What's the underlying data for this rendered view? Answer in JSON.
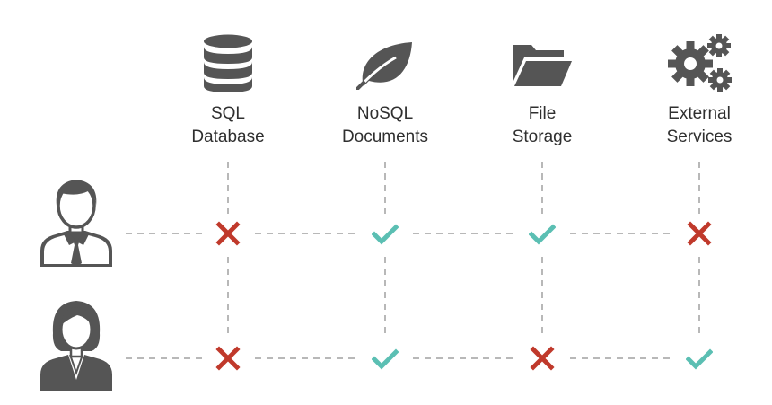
{
  "columns": [
    {
      "id": "sql",
      "icon": "database-icon",
      "line1": "SQL",
      "line2": "Database"
    },
    {
      "id": "nosql",
      "icon": "leaf-icon",
      "line1": "NoSQL",
      "line2": "Documents"
    },
    {
      "id": "file",
      "icon": "folder-icon",
      "line1": "File",
      "line2": "Storage"
    },
    {
      "id": "ext",
      "icon": "gears-icon",
      "line1": "External",
      "line2": "Services"
    }
  ],
  "rows": [
    {
      "user": "male-user-icon",
      "access": [
        "deny",
        "allow",
        "allow",
        "deny"
      ]
    },
    {
      "user": "female-user-icon",
      "access": [
        "deny",
        "allow",
        "deny",
        "allow"
      ]
    }
  ],
  "colors": {
    "icon": "#555555",
    "allow": "#5bbfb3",
    "deny": "#c0392b",
    "line": "#b8b8b8"
  }
}
